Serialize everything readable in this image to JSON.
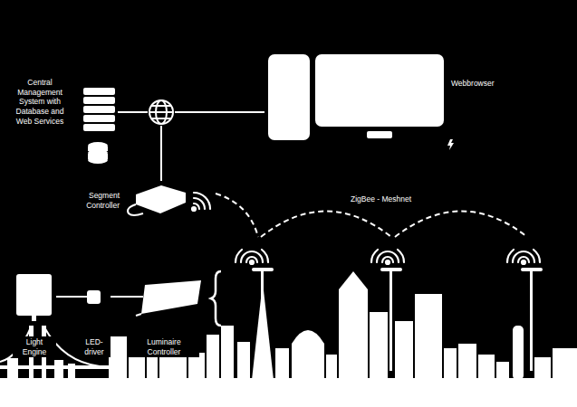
{
  "diagram": {
    "nodes": [
      {
        "text": [
          "Central Management System with Database and Web Services"
        ]
      },
      {
        "text": [
          "Webbrowser"
        ]
      },
      {
        "text": [
          "Segment Controller"
        ]
      },
      {
        "text": [
          "Light Engine"
        ]
      },
      {
        "text": [
          "LED-driver"
        ]
      },
      {
        "text": [
          "Luminaire Controller"
        ]
      }
    ],
    "edges": [
      {
        "from": 3,
        "to": 4,
        "arrow": "none"
      },
      {
        "from": 4,
        "to": 5,
        "arrow": "none"
      }
    ],
    "labels": [
      "ZigBee - Meshnet"
    ]
  }
}
